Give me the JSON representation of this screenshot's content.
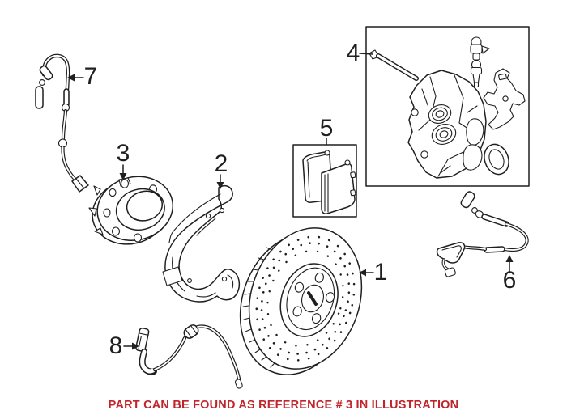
{
  "colors": {
    "line": "#1f1f1f",
    "caption_red": "#c2242b",
    "background": "#ffffff"
  },
  "callouts": {
    "c1": {
      "ref": "1"
    },
    "c2": {
      "ref": "2"
    },
    "c3": {
      "ref": "3"
    },
    "c4": {
      "ref": "4"
    },
    "c5": {
      "ref": "5"
    },
    "c6": {
      "ref": "6"
    },
    "c7": {
      "ref": "7"
    },
    "c8": {
      "ref": "8"
    }
  },
  "caption": {
    "text": "PART CAN BE FOUND AS REFERENCE # 3 IN ILLUSTRATION",
    "highlighted_reference": "3"
  }
}
